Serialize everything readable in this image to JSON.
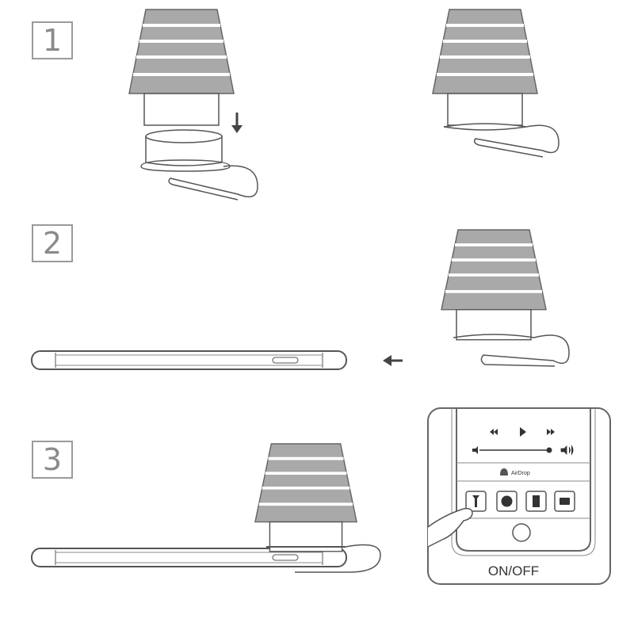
{
  "steps": [
    {
      "number": "1"
    },
    {
      "number": "2"
    },
    {
      "number": "3"
    }
  ],
  "inset": {
    "label": "ON/OFF",
    "airdrop": "AirDrop"
  },
  "colors": {
    "stroke": "#555555",
    "shade": "#a9a9a9",
    "box": "#9a9a9a"
  },
  "icons": [
    "down-arrow-icon",
    "left-arrow-icon",
    "rewind-icon",
    "play-icon",
    "fast-forward-icon",
    "volume-low-icon",
    "volume-high-icon",
    "flashlight-icon",
    "record-icon",
    "screen-icon",
    "camera-icon",
    "home-button-icon",
    "finger-icon"
  ]
}
